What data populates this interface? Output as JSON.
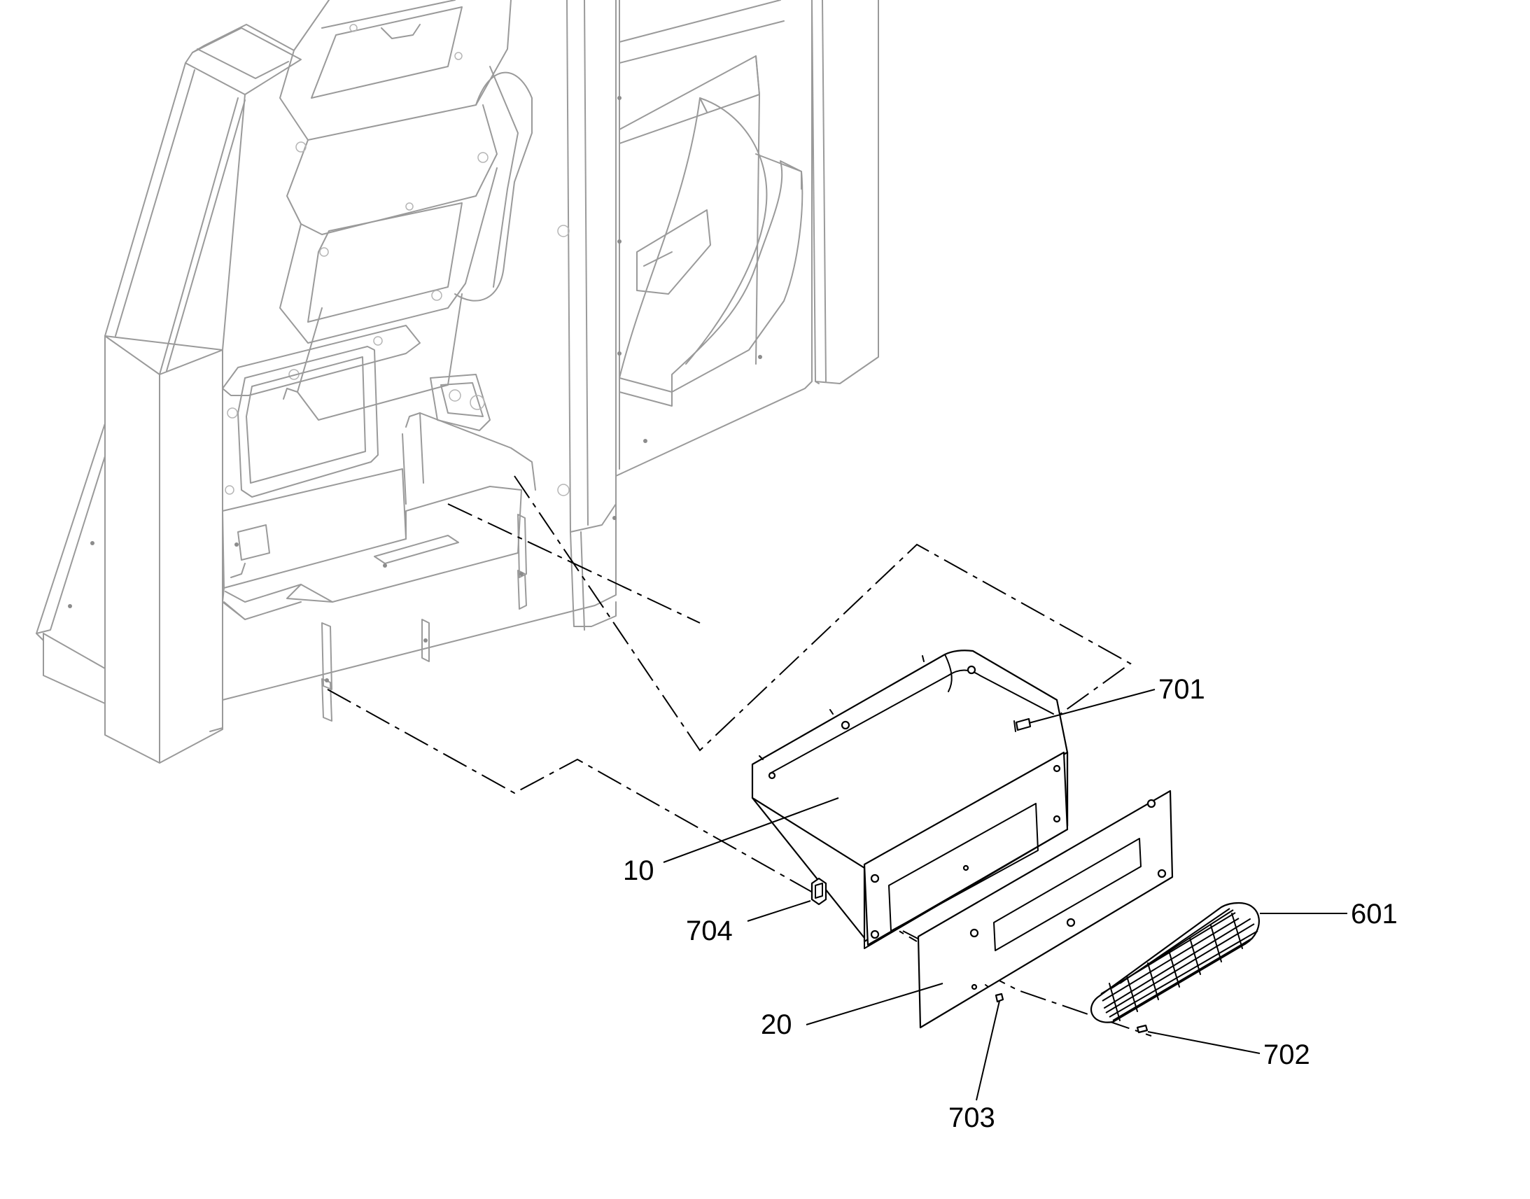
{
  "callouts": [
    {
      "id": "callout-10",
      "label": "10"
    },
    {
      "id": "callout-20",
      "label": "20"
    },
    {
      "id": "callout-601",
      "label": "601"
    },
    {
      "id": "callout-701",
      "label": "701"
    },
    {
      "id": "callout-702",
      "label": "702"
    },
    {
      "id": "callout-703",
      "label": "703"
    },
    {
      "id": "callout-704",
      "label": "704"
    }
  ],
  "colors": {
    "background": "#ffffff",
    "ghost": "#9a9a9a",
    "part": "#000000"
  }
}
